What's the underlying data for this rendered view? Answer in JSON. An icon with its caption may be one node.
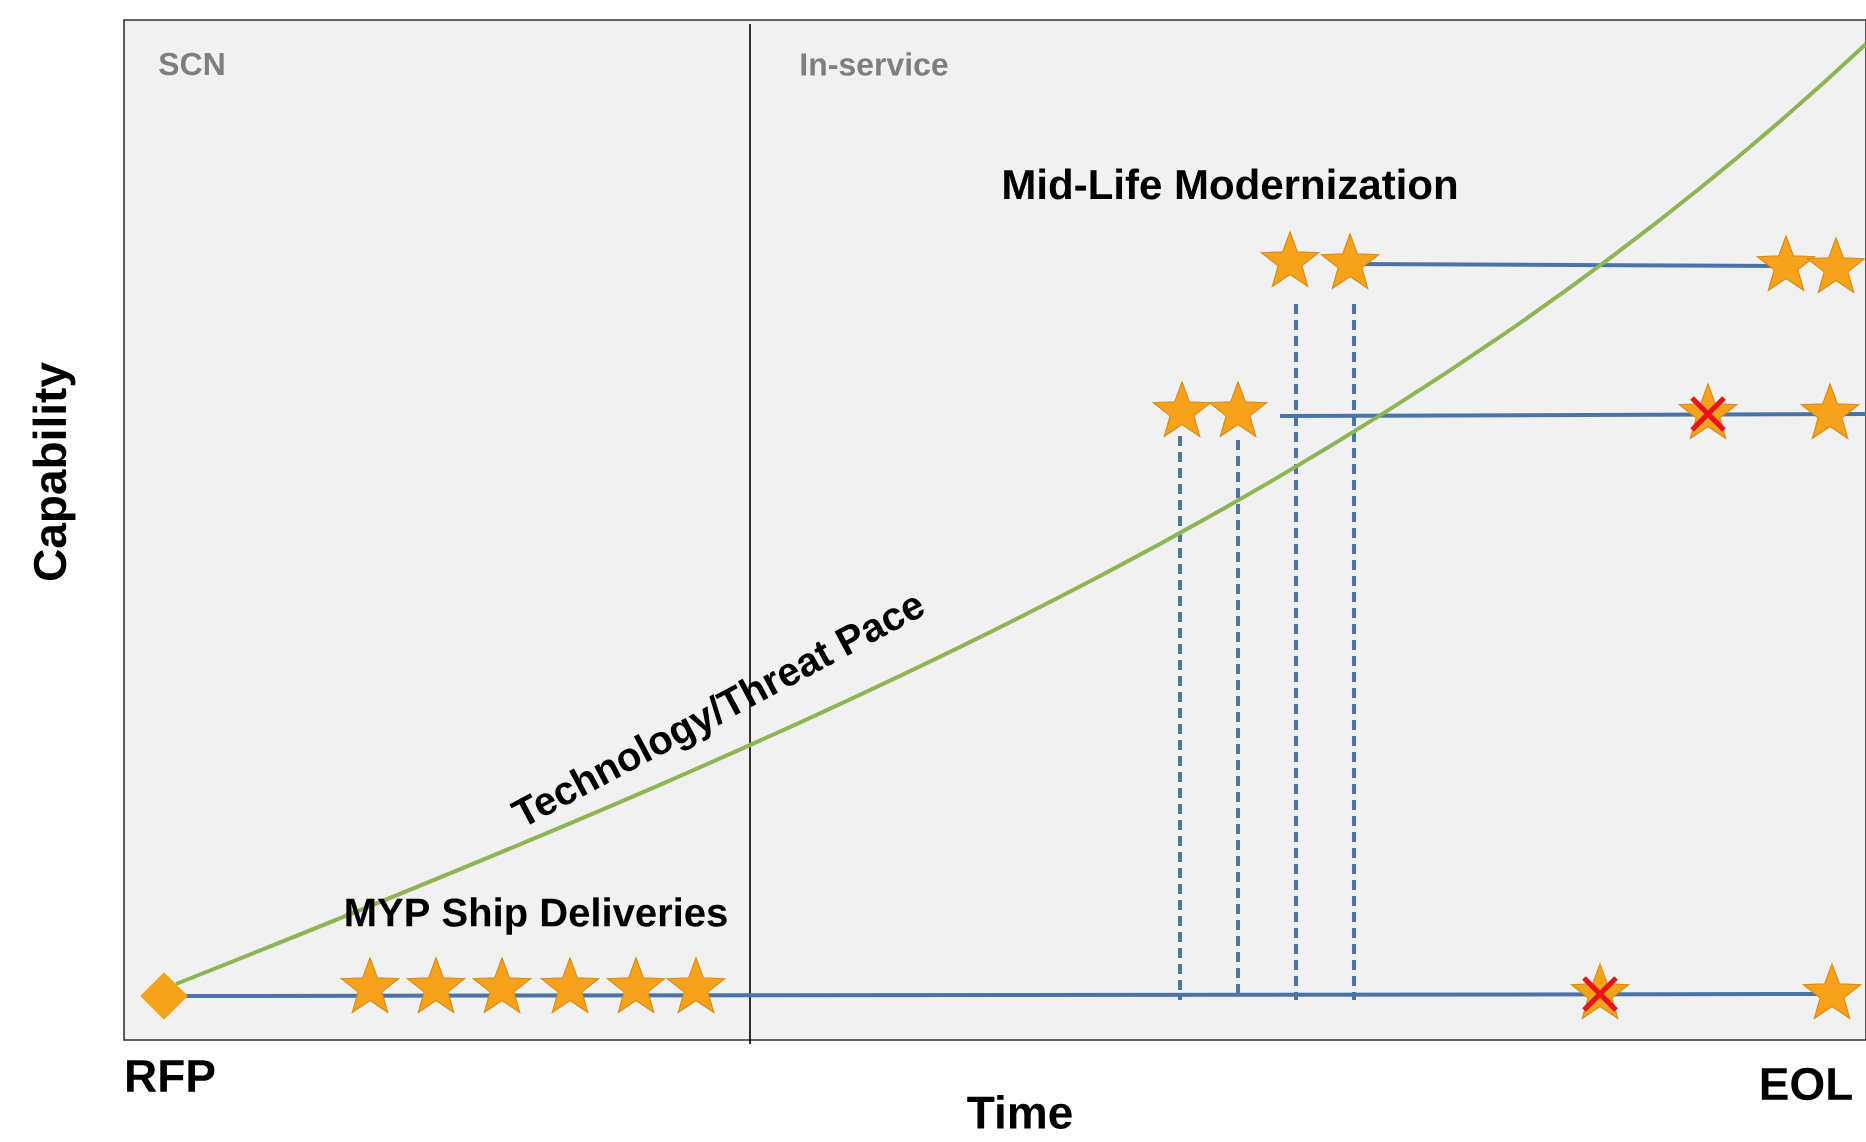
{
  "diagram": {
    "nodes": [
      {
        "text": [],
        "shape": "star"
      },
      {
        "text": [],
        "shape": "star"
      },
      {
        "text": [],
        "shape": "diamond"
      },
      {
        "text": [],
        "shape": "star"
      }
    ],
    "edges": [
      {
        "from": 0,
        "to": 1,
        "arrow": "none"
      },
      {
        "from": 2,
        "to": 3,
        "arrow": "none"
      }
    ],
    "labels": [
      "SCN",
      "In-service",
      "Mid-Life Modernization",
      "Technology/Threat Pace",
      "MYP Ship Deliveries",
      "Capability",
      "RFP",
      "Time",
      "EOL"
    ]
  }
}
